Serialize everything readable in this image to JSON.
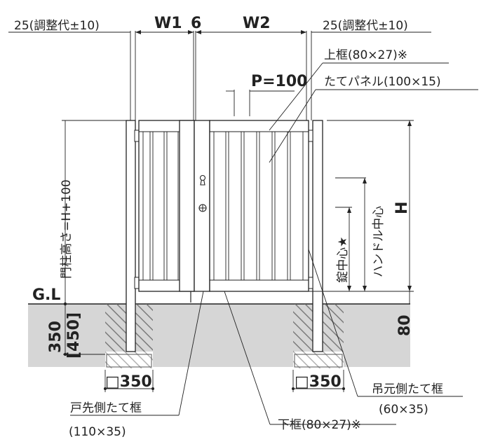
{
  "dimensions": {
    "left_adjust": "25(調整代±10)",
    "right_adjust": "25(調整代±10)",
    "w1": "W1",
    "gap": "6",
    "w2": "W2",
    "pitch": "P=100",
    "height": "H",
    "post_height": "門柱高さ=H+100",
    "ground_gap": "80",
    "embed_depth": "350",
    "embed_depth_alt": "[450]",
    "ground_line": "G.L",
    "footing_left": "□350",
    "footing_right": "□350"
  },
  "callouts": {
    "top_frame": "上框(80×27)※",
    "vertical_panel": "たてパネル(100×15)",
    "lock_center": "錠中心★",
    "handle_center": "ハンドル中心",
    "hinge_stile": "吊元側たて框",
    "hinge_stile_size": "(60×35)",
    "latch_stile": "戸先側たて框",
    "latch_stile_size": "(110×35)",
    "bottom_frame": "下框(80×27)※"
  },
  "colors": {
    "ground": "#d6d6d6",
    "line": "#222222"
  }
}
